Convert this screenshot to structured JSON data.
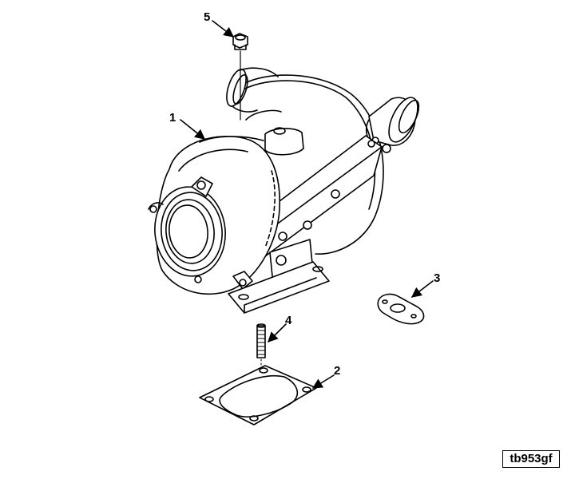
{
  "callouts": [
    {
      "id": "1",
      "label": "1"
    },
    {
      "id": "2",
      "label": "2"
    },
    {
      "id": "3",
      "label": "3"
    },
    {
      "id": "4",
      "label": "4"
    },
    {
      "id": "5",
      "label": "5"
    }
  ],
  "figure_code": "tb953gf",
  "colors": {
    "line": "#000000",
    "background": "#ffffff"
  }
}
